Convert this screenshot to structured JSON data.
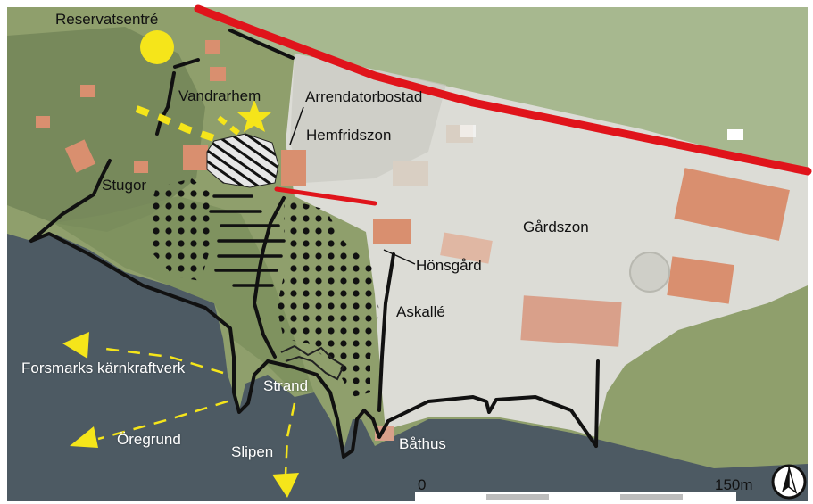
{
  "labels": {
    "reservatsentre": "Reservatsentré",
    "vandrarhem": "Vandrarhem",
    "arrendatorbostad": "Arrendatorbostad",
    "hemfridszon": "Hemfridszon",
    "stugor": "Stugor",
    "gardszon": "Gårdszon",
    "honsgard": "Hönsgård",
    "askalle": "Askallé",
    "forsmark": "Forsmarks kärnkraftverk",
    "strand": "Strand",
    "oregrund": "Öregrund",
    "slipen": "Slipen",
    "bathus": "Båthus"
  },
  "scale_bar": {
    "start": "0",
    "end": "150m"
  },
  "colors": {
    "road": "#e0141b",
    "path": "#f5e51a",
    "boundary": "#111111",
    "water": "#4d5a63",
    "land": "#8fa16a",
    "farm": "#dcdcd6"
  },
  "icons": {
    "north_arrow": "north-arrow-icon",
    "reserve_center": "yellow-circle-icon",
    "hostel": "yellow-star-icon"
  }
}
